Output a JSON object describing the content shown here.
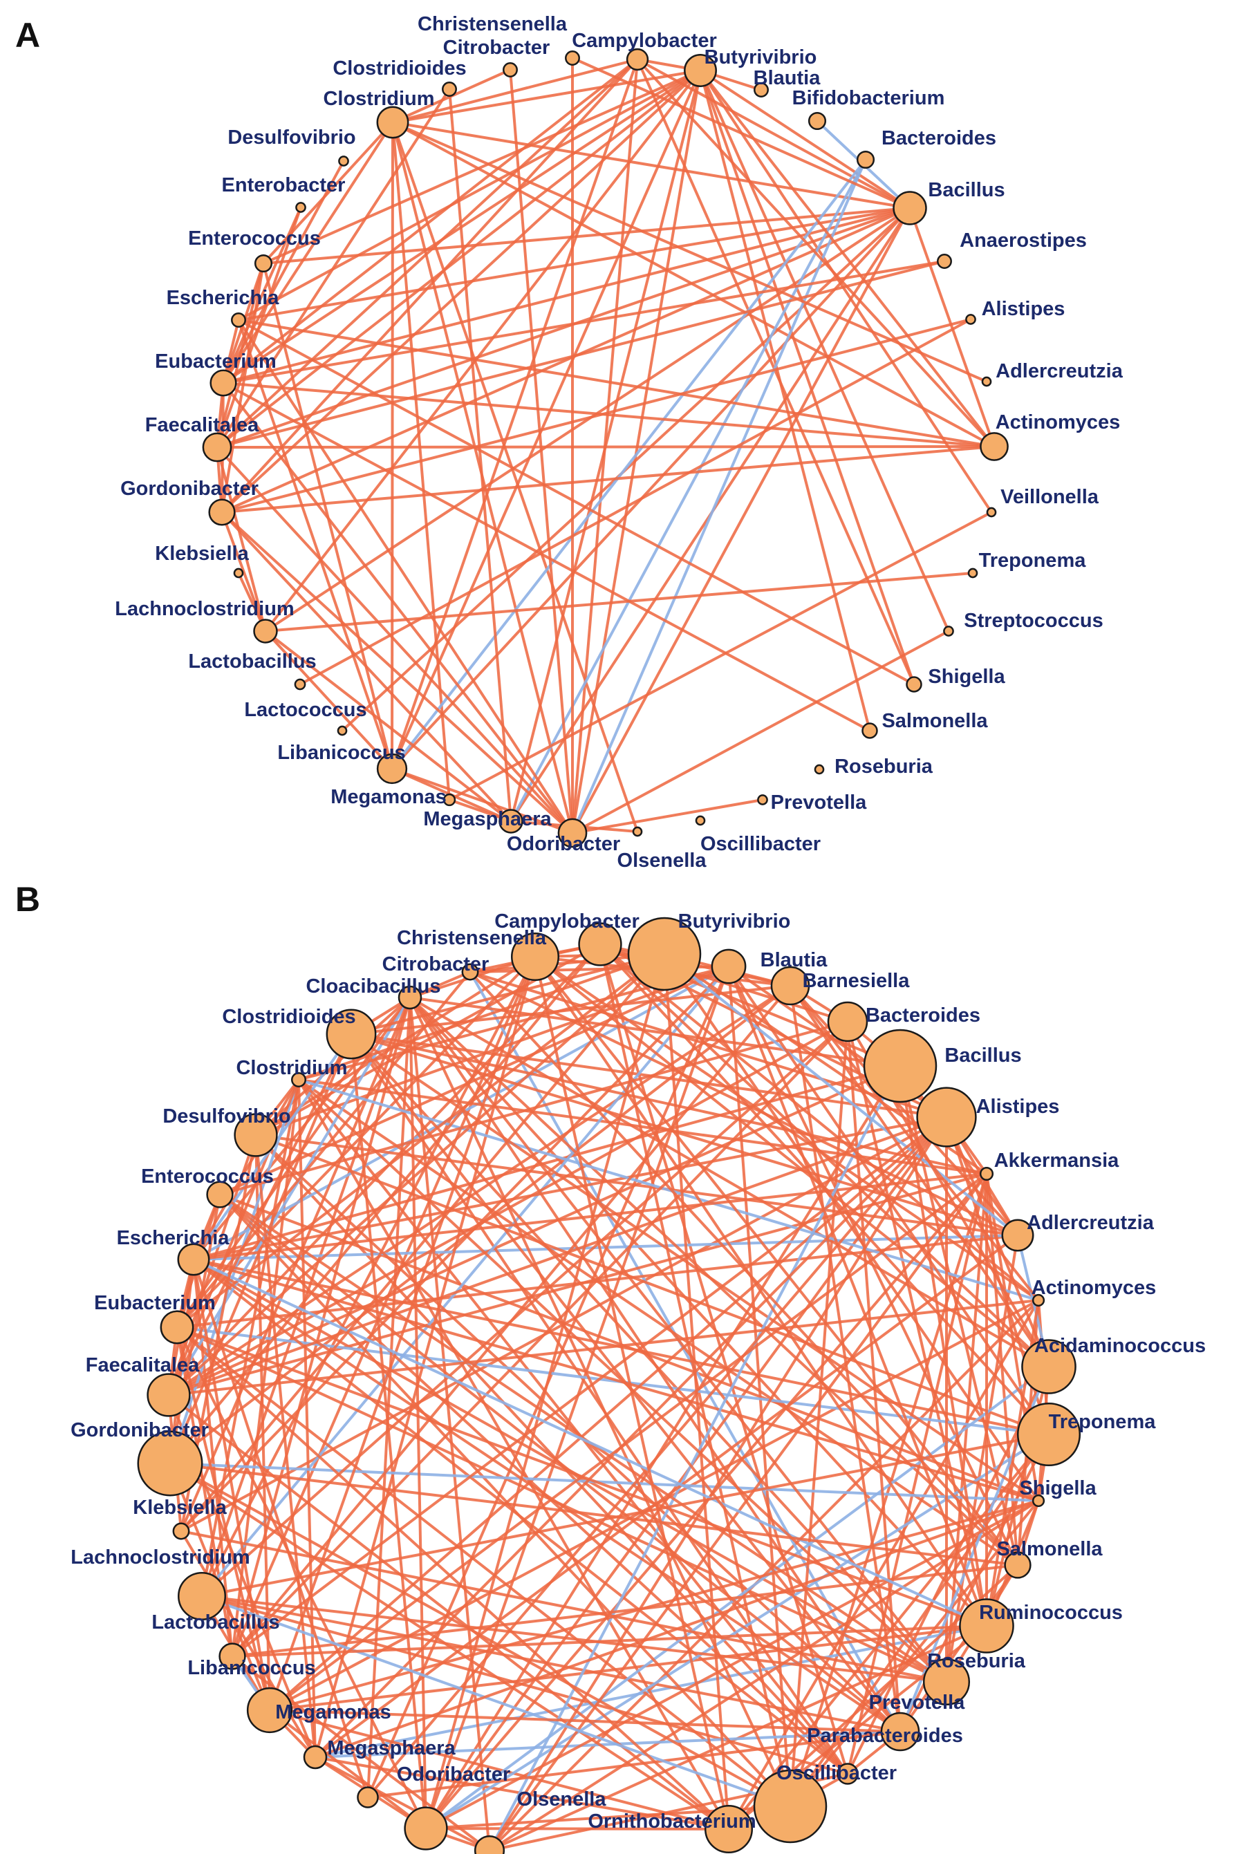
{
  "figure": {
    "panels": [
      {
        "letter": "A",
        "nodes": [
          {
            "label": "Christensenella",
            "size": 0.22
          },
          {
            "label": "Citrobacter",
            "size": 0.22
          },
          {
            "label": "Campylobacter",
            "size": 0.42
          },
          {
            "label": "Butyrivibrio",
            "size": 0.72
          },
          {
            "label": "Clostridioides",
            "size": 0.22
          },
          {
            "label": "Blautia",
            "size": 0.22
          },
          {
            "label": "Bifidobacterium",
            "size": 0.3
          },
          {
            "label": "Clostridium",
            "size": 0.7
          },
          {
            "label": "Bacteroides",
            "size": 0.3
          },
          {
            "label": "Desulfovibrio",
            "size": 0.1
          },
          {
            "label": "Bacillus",
            "size": 0.75
          },
          {
            "label": "Enterobacter",
            "size": 0.1
          },
          {
            "label": "Anaerostipes",
            "size": 0.22
          },
          {
            "label": "Enterococcus",
            "size": 0.3
          },
          {
            "label": "Alistipes",
            "size": 0.1
          },
          {
            "label": "Escherichia",
            "size": 0.22
          },
          {
            "label": "Adlercreutzia",
            "size": 0.08
          },
          {
            "label": "Eubacterium",
            "size": 0.55
          },
          {
            "label": "Actinomyces",
            "size": 0.6
          },
          {
            "label": "Faecalitalea",
            "size": 0.62
          },
          {
            "label": "Veillonella",
            "size": 0.08
          },
          {
            "label": "Gordonibacter",
            "size": 0.55
          },
          {
            "label": "Treponema",
            "size": 0.08
          },
          {
            "label": "Klebsiella",
            "size": 0.08
          },
          {
            "label": "Streptococcus",
            "size": 0.1
          },
          {
            "label": "Lachnoclostridium",
            "size": 0.48
          },
          {
            "label": "Shigella",
            "size": 0.25
          },
          {
            "label": "Lactobacillus",
            "size": 0.12
          },
          {
            "label": "Salmonella",
            "size": 0.25
          },
          {
            "label": "Lactococcus",
            "size": 0.08
          },
          {
            "label": "Roseburia",
            "size": 0.08
          },
          {
            "label": "Libanicoccus",
            "size": 0.65
          },
          {
            "label": "Prevotella",
            "size": 0.1
          },
          {
            "label": "Megamonas",
            "size": 0.15
          },
          {
            "label": "Megasphaera",
            "size": 0.08
          },
          {
            "label": "Oscillibacter",
            "size": 0.48
          },
          {
            "label": "Odoribacter",
            "size": 0.08
          },
          {
            "label": "Olsenella",
            "size": 0.62
          }
        ]
      },
      {
        "letter": "B",
        "nodes": [
          {
            "label": "Campylobacter",
            "size": 0.55
          },
          {
            "label": "Butyrivibrio",
            "size": 1.0
          },
          {
            "label": "Christensenella",
            "size": 0.62
          },
          {
            "label": "Blautia",
            "size": 0.42
          },
          {
            "label": "Citrobacter",
            "size": 0.15
          },
          {
            "label": "Barnesiella",
            "size": 0.48
          },
          {
            "label": "Cloacibacillus",
            "size": 0.25
          },
          {
            "label": "Bacteroides",
            "size": 0.5
          },
          {
            "label": "Clostridioides",
            "size": 0.65
          },
          {
            "label": "Bacillus",
            "size": 1.0
          },
          {
            "label": "Clostridium",
            "size": 0.12
          },
          {
            "label": "Alistipes",
            "size": 0.8
          },
          {
            "label": "Desulfovibrio",
            "size": 0.55
          },
          {
            "label": "Akkermansia",
            "size": 0.1
          },
          {
            "label": "Enterococcus",
            "size": 0.3
          },
          {
            "label": "Adlercreutzia",
            "size": 0.38
          },
          {
            "label": "Escherichia",
            "size": 0.38
          },
          {
            "label": "Actinomyces",
            "size": 0.08
          },
          {
            "label": "Eubacterium",
            "size": 0.4
          },
          {
            "label": "Acidaminococcus",
            "size": 0.72
          },
          {
            "label": "Faecalitalea",
            "size": 0.55
          },
          {
            "label": "Treponema",
            "size": 0.85
          },
          {
            "label": "Gordonibacter",
            "size": 0.88
          },
          {
            "label": "Shigella",
            "size": 0.08
          },
          {
            "label": "Klebsiella",
            "size": 0.15
          },
          {
            "label": "Salmonella",
            "size": 0.3
          },
          {
            "label": "Lachnoclostridium",
            "size": 0.62
          },
          {
            "label": "Ruminococcus",
            "size": 0.72
          },
          {
            "label": "Lactobacillus",
            "size": 0.3
          },
          {
            "label": "Roseburia",
            "size": 0.6
          },
          {
            "label": "Libanicoccus",
            "size": 0.58
          },
          {
            "label": "Prevotella",
            "size": 0.48
          },
          {
            "label": "Megamonas",
            "size": 0.25
          },
          {
            "label": "Parabacteroides",
            "size": 0.22
          },
          {
            "label": "Megasphaera",
            "size": 0.22
          },
          {
            "label": "Oscillibacter",
            "size": 1.0
          },
          {
            "label": "Odoribacter",
            "size": 0.55
          },
          {
            "label": "Olsenella",
            "size": 0.62
          },
          {
            "label": "Ornithobacterium",
            "size": 0.35
          }
        ]
      }
    ]
  }
}
